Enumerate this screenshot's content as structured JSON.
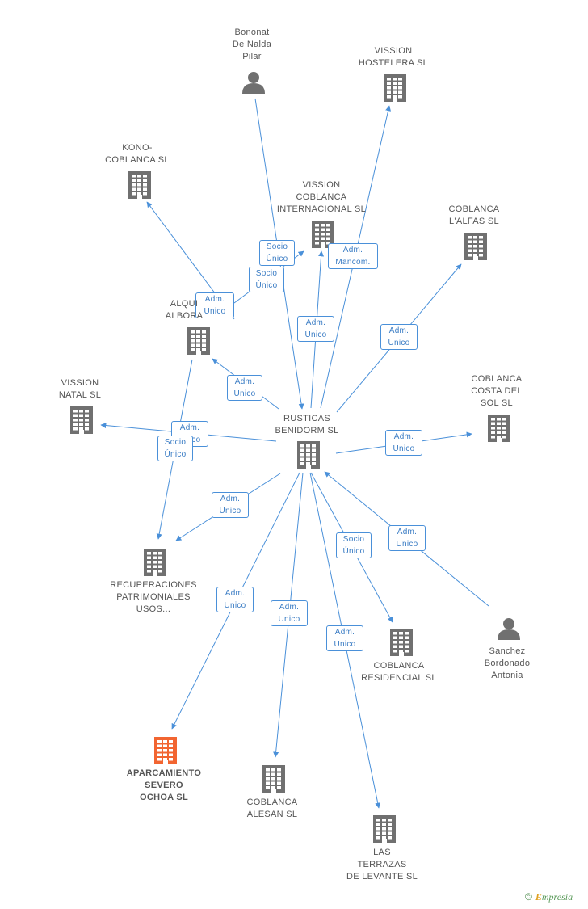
{
  "colors": {
    "edge": "#4a90d9",
    "building": "#707070",
    "focus": "#f26531",
    "person": "#707070"
  },
  "nodes": [
    {
      "id": "rusticas",
      "label": "RUSTICAS\nBENIDORM SL",
      "kind": "company"
    },
    {
      "id": "bononat",
      "label": "Bononat\nDe Nalda\nPilar",
      "kind": "person"
    },
    {
      "id": "vission_hostelera",
      "label": "VISSION\nHOSTELERA SL",
      "kind": "company"
    },
    {
      "id": "kono",
      "label": "KONO-\nCOBLANCA SL",
      "kind": "company"
    },
    {
      "id": "vission_coblanca",
      "label": "VISSION\nCOBLANCA\nINTERNACIONAL SL",
      "kind": "company"
    },
    {
      "id": "coblanca_alfas",
      "label": "COBLANCA\nL'ALFAS SL",
      "kind": "company"
    },
    {
      "id": "alqui",
      "label": "ALQUI\nALBORA",
      "kind": "company"
    },
    {
      "id": "vission_natal",
      "label": "VISSION\nNATAL SL",
      "kind": "company"
    },
    {
      "id": "coblanca_costa",
      "label": "COBLANCA\nCOSTA DEL\nSOL SL",
      "kind": "company"
    },
    {
      "id": "recuperaciones",
      "label": "RECUPERACIONES\nPATRIMONIALES\nUSOS...",
      "kind": "company"
    },
    {
      "id": "sanchez",
      "label": "Sanchez\nBordonado\nAntonia",
      "kind": "person"
    },
    {
      "id": "coblanca_residencial",
      "label": "COBLANCA\nRESIDENCIAL SL",
      "kind": "company"
    },
    {
      "id": "aparcamiento",
      "label": "APARCAMIENTO\nSEVERO\nOCHOA SL",
      "kind": "company",
      "focus": true
    },
    {
      "id": "coblanca_alesan",
      "label": "COBLANCA\nALESAN SL",
      "kind": "company"
    },
    {
      "id": "las_terrazas",
      "label": "LAS\nTERRAZAS\nDE LEVANTE SL",
      "kind": "company"
    }
  ],
  "edges": [
    {
      "from": "bononat",
      "to": "rusticas",
      "label": "Socio\nÚnico"
    },
    {
      "from": "rusticas",
      "to": "vission_hostelera",
      "label": "Adm.\nMancom."
    },
    {
      "from": "alqui",
      "to": "kono",
      "label": "Adm.\nUnico"
    },
    {
      "from": "alqui",
      "to": "vission_coblanca",
      "label": "Socio\nÚnico"
    },
    {
      "from": "rusticas",
      "to": "vission_coblanca",
      "label": "Adm.\nUnico"
    },
    {
      "from": "rusticas",
      "to": "coblanca_alfas",
      "label": "Adm.\nUnico"
    },
    {
      "from": "rusticas",
      "to": "alqui",
      "label": "Adm.\nUnico"
    },
    {
      "from": "rusticas",
      "to": "vission_natal",
      "label": "Adm.\nUnico"
    },
    {
      "from": "alqui",
      "to": "recuperaciones",
      "label": "Socio\nÚnico"
    },
    {
      "from": "rusticas",
      "to": "coblanca_costa",
      "label": "Adm.\nUnico"
    },
    {
      "from": "rusticas",
      "to": "recuperaciones",
      "label": "Adm.\nUnico"
    },
    {
      "from": "sanchez",
      "to": "rusticas",
      "label": "Adm.\nUnico"
    },
    {
      "from": "rusticas",
      "to": "coblanca_residencial",
      "label": "Socio\nÚnico"
    },
    {
      "from": "rusticas",
      "to": "aparcamiento",
      "label": "Adm.\nUnico"
    },
    {
      "from": "rusticas",
      "to": "coblanca_alesan",
      "label": "Adm.\nUnico"
    },
    {
      "from": "rusticas",
      "to": "las_terrazas",
      "label": "Adm.\nUnico"
    }
  ],
  "footer": {
    "copyright": "©",
    "brand_initial": "E",
    "brand_rest": "mpresia"
  }
}
